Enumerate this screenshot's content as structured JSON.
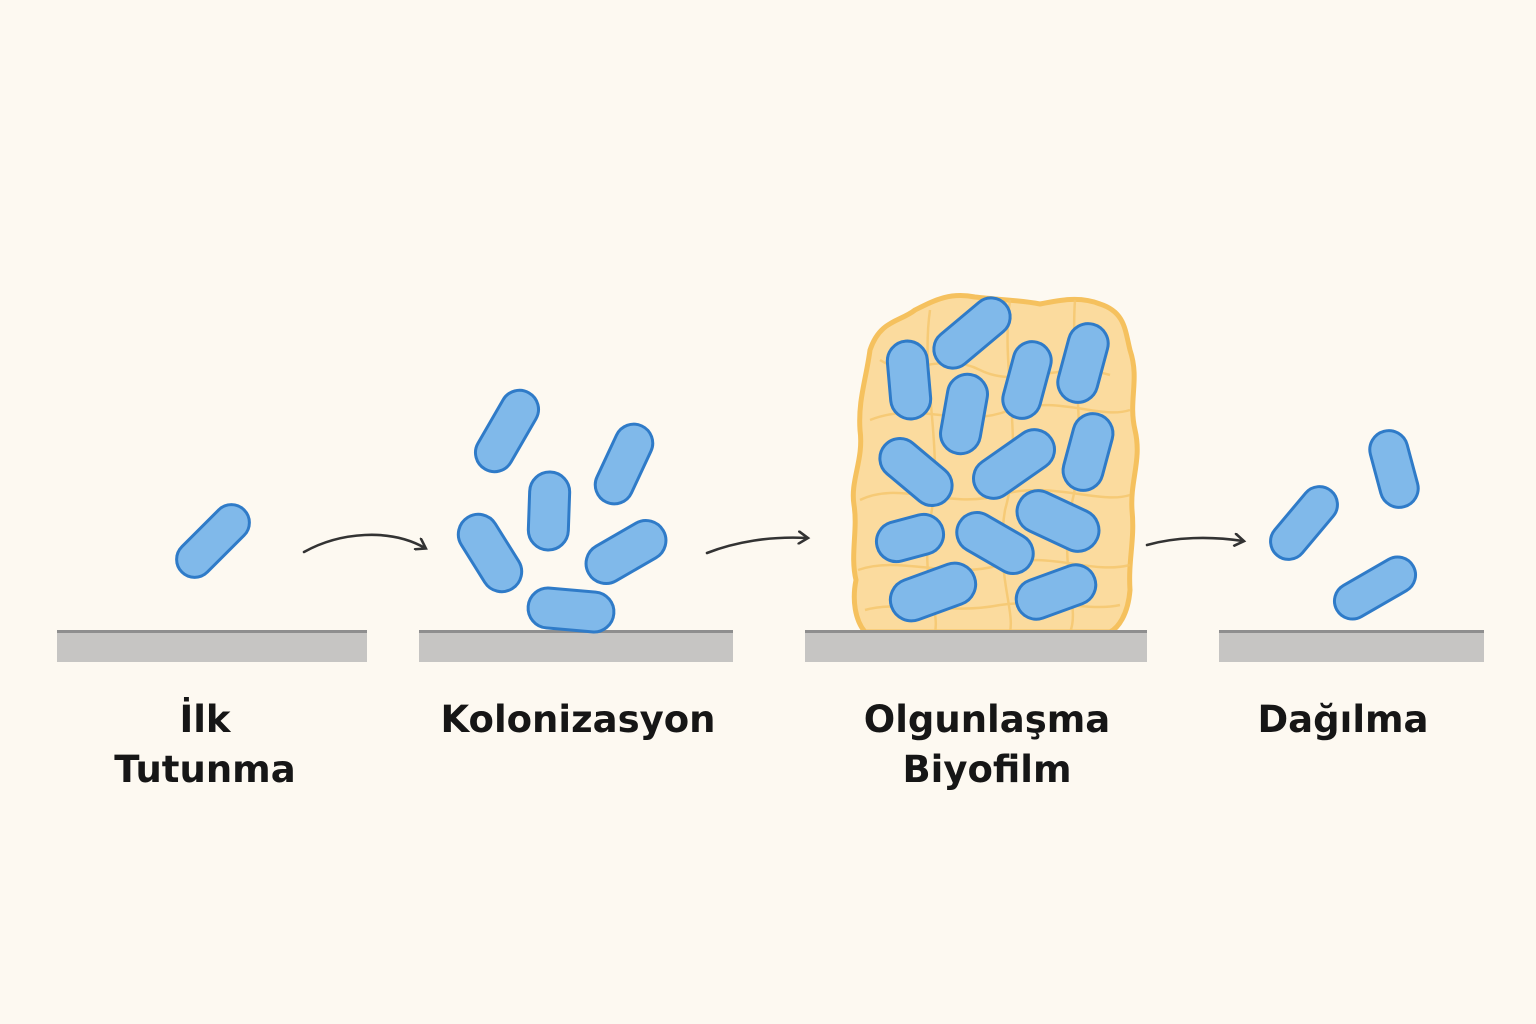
{
  "stages": [
    {
      "line1": "İlk",
      "line2": "Tutunma"
    },
    {
      "line1": "Kolonizasyon",
      "line2": ""
    },
    {
      "line1": "Olgunlaşma",
      "line2": "Biyofilm"
    },
    {
      "line1": "Dağılma",
      "line2": ""
    }
  ],
  "colors": {
    "background": "#fdf9f1",
    "bacteria_fill": "#80b9ea",
    "bacteria_stroke": "#2f7bc8",
    "matrix_fill": "#fbdb9e",
    "matrix_stroke": "#f5c15e",
    "surface": "#c6c5c3",
    "surface_edge": "#8e8e8e",
    "arrow": "#333333"
  }
}
